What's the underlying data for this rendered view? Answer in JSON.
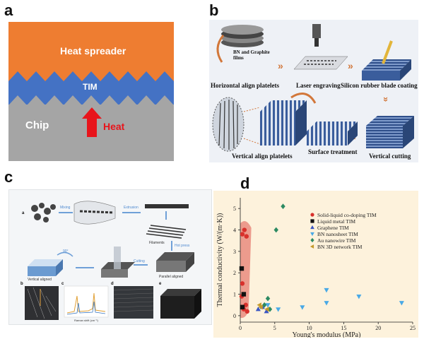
{
  "panels": {
    "a": {
      "label": "a",
      "heat_spreader": "Heat spreader",
      "tim": "TIM",
      "chip": "Chip",
      "heat": "Heat",
      "colors": {
        "spreader": "#ee7d31",
        "tim": "#4472c4",
        "chip": "#a5a5a5",
        "arrow": "#e8141b"
      }
    },
    "b": {
      "label": "b",
      "steps": {
        "horizontal_align": "Horizontal align platelets",
        "films": "BN and Graphite films",
        "laser": "Laser engraving",
        "blade": "Silicon rubber blade coating",
        "vertical_align": "Vertical align platelets",
        "surface": "Surface treatment",
        "cutting": "Vertical cutting"
      },
      "colors": {
        "stripe_blue": "#3a5d9c",
        "stripe_light": "#dfe6f1",
        "arrow": "#d2773a"
      }
    },
    "c": {
      "label": "c",
      "sub_a": "a",
      "sub_b": "b",
      "sub_c": "c",
      "sub_d": "d",
      "sub_e": "e",
      "mixing": "Mixing",
      "extrusion": "Extrusion",
      "filaments": "Filaments",
      "hot_press": "Hot press",
      "parallel": "Parallel aligned",
      "cutting": "Cutting",
      "rot": "90°",
      "vertical": "Vertical aligned",
      "raman_x": "Raman shift (cm⁻¹)"
    },
    "d": {
      "label": "d"
    }
  },
  "chart_data": {
    "type": "scatter",
    "xlabel": "Young's modulus (MPa)",
    "ylabel": "Thermal conductivity (W/(m·K))",
    "xlim": [
      0,
      25
    ],
    "ylim": [
      -0.3,
      5.5
    ],
    "xticks": [
      0,
      5,
      10,
      15,
      20,
      25
    ],
    "yticks": [
      0,
      1,
      2,
      3,
      4,
      5
    ],
    "grid": false,
    "legend_position": "upper-center",
    "series": [
      {
        "name": "Solid-liquid co-doping TIM",
        "marker": "circle",
        "color": "#d8312c",
        "points": [
          [
            0.3,
            3.8
          ],
          [
            0.6,
            4.0
          ],
          [
            0.9,
            3.7
          ],
          [
            0.3,
            1.5
          ],
          [
            0.2,
            0.9
          ],
          [
            0.5,
            0.3
          ],
          [
            0.8,
            0.5
          ],
          [
            1.0,
            0.2
          ]
        ]
      },
      {
        "name": "Liquid metal TIM",
        "marker": "square",
        "color": "#111111",
        "points": [
          [
            0.2,
            2.2
          ],
          [
            0.5,
            1.0
          ],
          [
            0.3,
            0.4
          ]
        ]
      },
      {
        "name": "Graphene TIM",
        "marker": "triangle-up",
        "color": "#3a56c4",
        "points": [
          [
            2.6,
            0.3
          ],
          [
            3.2,
            0.4
          ],
          [
            3.8,
            0.2
          ]
        ]
      },
      {
        "name": "BN nanosheet TIM",
        "marker": "triangle-down",
        "color": "#49a9e6",
        "points": [
          [
            4.0,
            0.5
          ],
          [
            5.5,
            0.3
          ],
          [
            9.0,
            0.4
          ],
          [
            12.5,
            1.2
          ],
          [
            12.5,
            0.6
          ],
          [
            17.2,
            0.9
          ],
          [
            23.4,
            0.6
          ]
        ]
      },
      {
        "name": "Au nanowire TIM",
        "marker": "diamond",
        "color": "#2c8a62",
        "points": [
          [
            6.2,
            5.1
          ],
          [
            5.2,
            4.0
          ],
          [
            4.0,
            0.8
          ],
          [
            4.3,
            0.3
          ],
          [
            3.5,
            0.5
          ]
        ]
      },
      {
        "name": "BN 3D network TIM",
        "marker": "triangle-left",
        "color": "#c49a2a",
        "points": [
          [
            3.0,
            0.4
          ],
          [
            3.9,
            0.3
          ],
          [
            2.8,
            0.5
          ]
        ]
      }
    ],
    "shaded_region": {
      "color": "#d8312c",
      "opacity": 0.45
    }
  }
}
